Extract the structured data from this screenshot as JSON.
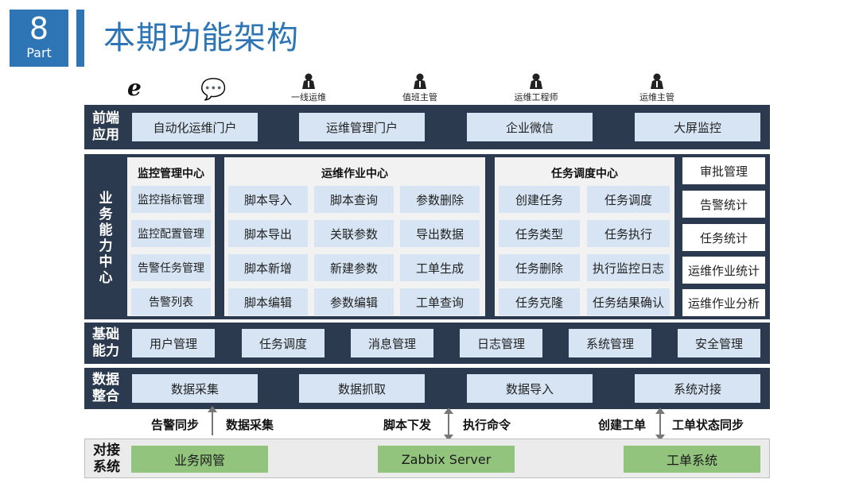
{
  "header": {
    "part_number": "8",
    "part_word": "Part",
    "title": "本期功能架构"
  },
  "users": [
    {
      "icon": "user-icon",
      "label": "一线运维"
    },
    {
      "icon": "user-icon",
      "label": "值班主管"
    },
    {
      "icon": "user-icon",
      "label": "运维工程师"
    },
    {
      "icon": "user-icon",
      "label": "运维主管"
    }
  ],
  "client_icons": {
    "browser": "ie-browser-icon",
    "wechat": "wechat-icon",
    "ie_glyph": "e",
    "wechat_glyph": "💬"
  },
  "frontend": {
    "label_line1": "前端",
    "label_line2": "应用",
    "items": [
      "自动化运维门户",
      "运维管理门户",
      "企业微信",
      "大屏监控"
    ]
  },
  "business": {
    "label": [
      "业",
      "务",
      "能",
      "力",
      "中",
      "心"
    ],
    "monitor": {
      "title": "监控管理中心",
      "items": [
        "监控指标管理",
        "监控配置管理",
        "告警任务管理",
        "告警列表"
      ]
    },
    "ops": {
      "title": "运维作业中心",
      "rows": [
        [
          "脚本导入",
          "脚本查询",
          "参数删除"
        ],
        [
          "脚本导出",
          "关联参数",
          "导出数据"
        ],
        [
          "脚本新增",
          "新建参数",
          "工单生成"
        ],
        [
          "脚本编辑",
          "参数编辑",
          "工单查询"
        ]
      ]
    },
    "task": {
      "title": "任务调度中心",
      "rows": [
        [
          "创建任务",
          "任务调度"
        ],
        [
          "任务类型",
          "任务执行"
        ],
        [
          "任务删除",
          "执行监控日志"
        ],
        [
          "任务克隆",
          "任务结果确认"
        ]
      ]
    },
    "side": [
      "审批管理",
      "告警统计",
      "任务统计",
      "运维作业统计",
      "运维作业分析"
    ]
  },
  "foundation": {
    "label_line1": "基础",
    "label_line2": "能力",
    "items": [
      "用户管理",
      "任务调度",
      "消息管理",
      "日志管理",
      "系统管理",
      "安全管理"
    ]
  },
  "data_integration": {
    "label_line1": "数据",
    "label_line2": "整合",
    "items": [
      "数据采集",
      "数据抓取",
      "数据导入",
      "系统对接"
    ]
  },
  "flows": {
    "left": [
      "告警同步",
      "数据采集"
    ],
    "middle": [
      "脚本下发",
      "执行命令"
    ],
    "right": [
      "创建工单",
      "工单状态同步"
    ]
  },
  "integration": {
    "label_line1": "对接",
    "label_line2": "系统",
    "items": [
      "业务网管",
      "Zabbix Server",
      "工单系统"
    ]
  },
  "colors": {
    "accent": "#2e75b6",
    "band": "#2b3a4e",
    "box": "#d6e4f3",
    "panel": "#f2f2f2",
    "green": "#93c47d"
  }
}
